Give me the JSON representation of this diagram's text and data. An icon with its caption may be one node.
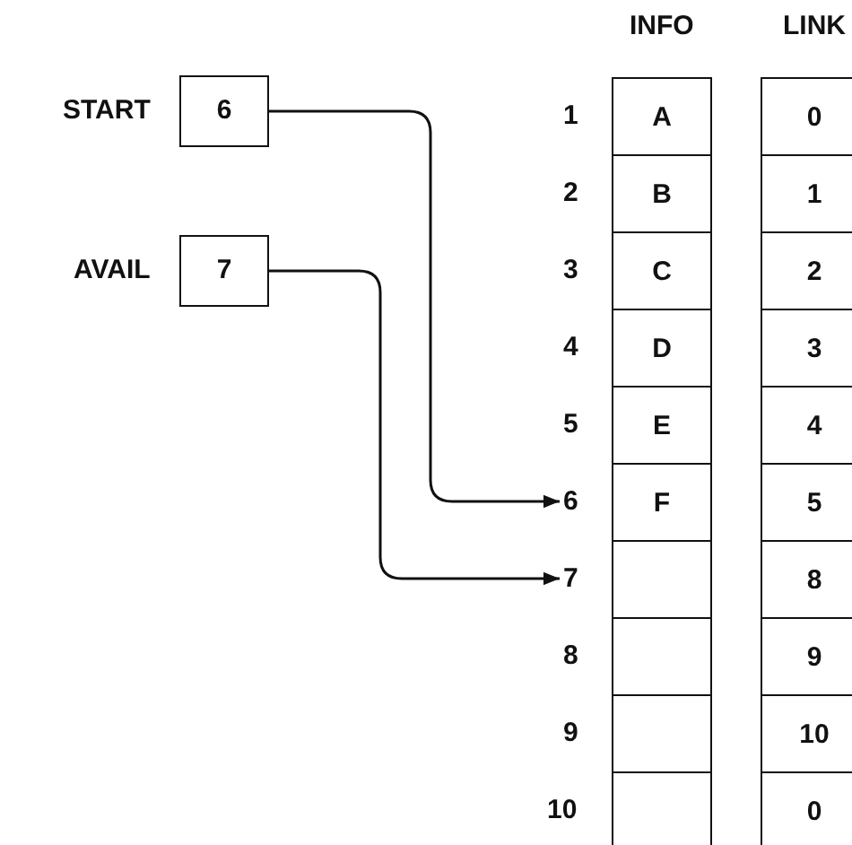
{
  "diagram": {
    "nodes": [
      {
        "text": [
          "6"
        ],
        "beside": [
          "START"
        ]
      },
      {
        "text": [
          "7"
        ],
        "beside": [
          "AVAIL"
        ]
      },
      {
        "text": [
          "6"
        ]
      },
      {
        "text": [
          "7"
        ]
      }
    ],
    "edges": [
      {
        "from": 0,
        "to": 2,
        "arrow": "to"
      },
      {
        "from": 1,
        "to": 3,
        "arrow": "to"
      }
    ],
    "labels": [
      "INFO",
      "LINK",
      "1",
      "A",
      "0",
      "2",
      "B",
      "1",
      "3",
      "C",
      "2",
      "4",
      "D",
      "3",
      "5",
      "E",
      "4",
      "F",
      "5",
      "8",
      "8",
      "9",
      "9",
      "10",
      "10",
      "0"
    ]
  }
}
